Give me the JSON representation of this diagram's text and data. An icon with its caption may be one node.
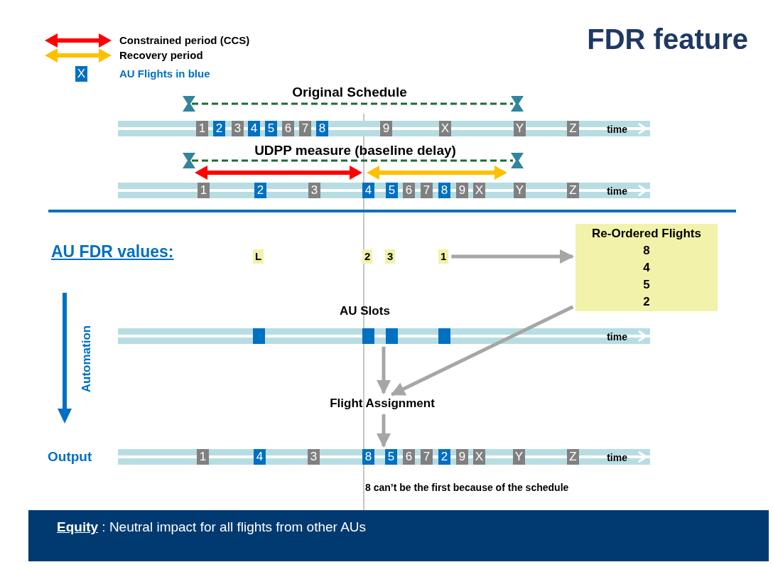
{
  "diagram": {
    "title": "FDR feature",
    "nodes": [
      {
        "text": [
          "time"
        ]
      },
      {
        "text": [
          "1"
        ],
        "in": 0
      },
      {
        "text": [
          "2"
        ],
        "in": 0
      },
      {
        "text": [
          "3"
        ],
        "in": 0
      },
      {
        "text": [
          "4"
        ],
        "in": 0
      },
      {
        "text": [
          "5"
        ],
        "in": 0
      },
      {
        "text": [
          "6"
        ],
        "in": 0
      },
      {
        "text": [
          "7"
        ],
        "in": 0
      },
      {
        "text": [
          "8"
        ],
        "in": 0
      },
      {
        "text": [
          "9"
        ],
        "in": 0
      },
      {
        "text": [
          "X"
        ],
        "in": 0
      },
      {
        "text": [
          "Y"
        ],
        "in": 0
      },
      {
        "text": [
          "Z"
        ],
        "in": 0
      },
      {
        "text": [
          "time"
        ]
      },
      {
        "text": [
          "1"
        ],
        "in": 13
      },
      {
        "text": [
          "2"
        ],
        "in": 13
      },
      {
        "text": [
          "3"
        ],
        "in": 13
      },
      {
        "text": [
          "4"
        ],
        "in": 13
      },
      {
        "text": [
          "5"
        ],
        "in": 13
      },
      {
        "text": [
          "6"
        ],
        "in": 13
      },
      {
        "text": [
          "7"
        ],
        "in": 13
      },
      {
        "text": [
          "8"
        ],
        "in": 13
      },
      {
        "text": [
          "9"
        ],
        "in": 13
      },
      {
        "text": [
          "X"
        ],
        "in": 13
      },
      {
        "text": [
          "Y"
        ],
        "in": 13
      },
      {
        "text": [
          "Z"
        ],
        "in": 13
      },
      {
        "text": [
          "L"
        ]
      },
      {
        "text": [
          "2"
        ]
      },
      {
        "text": [
          "3"
        ]
      },
      {
        "text": [
          "1"
        ]
      },
      {
        "text": [
          "Re-Ordered Flights",
          "8",
          "4",
          "5",
          "2"
        ]
      },
      {
        "text": [
          "AU Slots",
          "time"
        ]
      },
      {
        "text": [],
        "shape": "box",
        "in": 31
      },
      {
        "text": [],
        "shape": "box",
        "in": 31
      },
      {
        "text": [],
        "shape": "box",
        "in": 31
      },
      {
        "text": [],
        "shape": "box",
        "in": 31
      },
      {
        "text": [
          "Flight Assignment"
        ]
      },
      {
        "text": [
          "time"
        ]
      },
      {
        "text": [
          "1"
        ],
        "in": 37
      },
      {
        "text": [
          "4"
        ],
        "in": 37
      },
      {
        "text": [
          "3"
        ],
        "in": 37
      },
      {
        "text": [
          "8"
        ],
        "in": 37
      },
      {
        "text": [
          "5"
        ],
        "in": 37
      },
      {
        "text": [
          "6"
        ],
        "in": 37
      },
      {
        "text": [
          "7"
        ],
        "in": 37
      },
      {
        "text": [
          "2"
        ],
        "in": 37
      },
      {
        "text": [
          "9"
        ],
        "in": 37
      },
      {
        "text": [
          "X"
        ],
        "in": 37
      },
      {
        "text": [
          "Y"
        ],
        "in": 37
      },
      {
        "text": [
          "Z"
        ],
        "in": 37
      }
    ],
    "edges": [
      {
        "from": 29,
        "to": 30,
        "arrow": "to"
      },
      {
        "from": 30,
        "to": 36,
        "arrow": "to"
      },
      {
        "from": 31,
        "to": 36,
        "arrow": "to"
      },
      {
        "from": 36,
        "to": 37,
        "arrow": "to"
      }
    ],
    "labels": [
      "X",
      "Original Schedule",
      "UDPP measure (baseline delay)",
      "AU FDR values:",
      "Automation",
      "Output",
      "8 can’t be the first because of the schedule",
      "**Equity** : Neutral impact for all flights from other AUs"
    ],
    "legend": [
      {
        "text": "Constrained period (CCS)"
      },
      {
        "text": "Recovery period"
      },
      {
        "text": "AU Flights in blue",
        "color": "#0070c0"
      }
    ]
  }
}
